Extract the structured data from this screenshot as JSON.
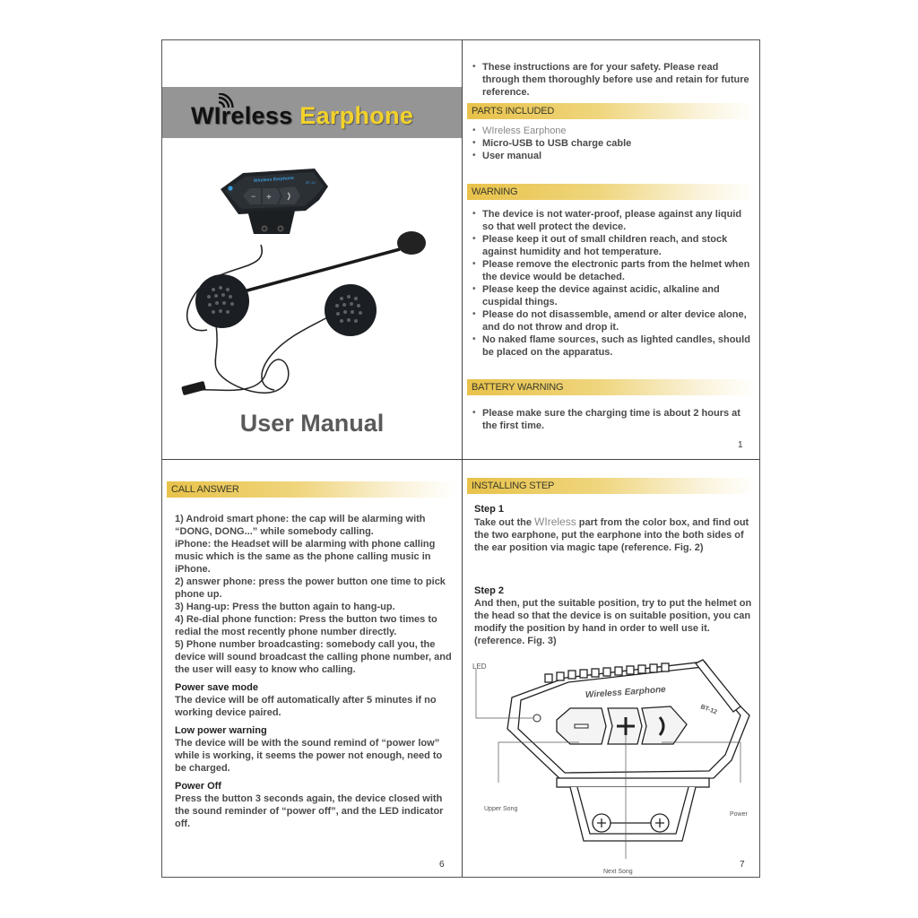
{
  "cover": {
    "title_word1": "WIreless",
    "title_word2": "Earphone",
    "device_label": "Wireless Earphone",
    "device_model": "BT-12",
    "manual_title": "User Manual"
  },
  "page1": {
    "intro": "These instructions are for your safety. Please read through them thoroughly before use and retain for future reference.",
    "parts_heading": "PARTS INCLUDED",
    "parts": [
      "WIreless Earphone",
      "Micro-USB to USB charge cable",
      "User manual"
    ],
    "warning_heading": "WARNING",
    "warnings": [
      "The device is not water-proof, please against any liquid so that well protect the device.",
      "Please keep it out of small children reach, and stock against humidity and hot temperature.",
      "Please remove the electronic parts from the helmet when the device would be detached.",
      "Please keep the device against acidic, alkaline and cuspidal things.",
      "Please do not disassemble, amend or alter device alone, and do not throw and drop it.",
      "No naked flame sources, such as lighted candles, should be placed on the apparatus."
    ],
    "battery_heading": "BATTERY WARNING",
    "battery": [
      "Please make sure the charging time is about 2 hours at the first time."
    ],
    "page_number": "1"
  },
  "page6": {
    "heading": "CALL ANSWER",
    "lines": [
      "1) Android smart phone: the cap will be alarming with “DONG, DONG...” while somebody calling.",
      "iPhone: the Headset will be alarming with phone calling music which is the same as the phone calling music in iPhone.",
      "2) answer phone: press the power button one time to pick phone up.",
      "3) Hang-up: Press the button again to hang-up.",
      "4) Re-dial phone function: Press the button two times to redial the most recently phone number directly.",
      "5) Phone number broadcasting: somebody call you, the device will sound broadcast the calling phone number, and the user will easy to know who calling."
    ],
    "power_save_title": "Power save mode",
    "power_save_text": "The device will be off automatically after 5 minutes if no working device paired.",
    "low_power_title": "Low power warning",
    "low_power_text": "The device will be with the sound remind of “power low” while is working, it seems the power not enough, need to be charged.",
    "power_off_title": "Power Off",
    "power_off_text": "Press the button 3 seconds again, the device closed with the sound reminder of “power off”, and the LED indicator off.",
    "page_number": "6"
  },
  "page7": {
    "heading": "INSTALLING STEP",
    "step1_title": "Step 1",
    "step1_pre": "Take out the ",
    "step1_word": "WIreless",
    "step1_post": " part from the color box, and find out the two earphone, put the earphone into the both sides of the ear position via magic tape (reference. Fig. 2)",
    "step2_title": "Step 2",
    "step2_text": "And then, put the suitable position, try to put the helmet on the head so that the device is on suitable position, you can modify the position by hand in order to well use it. (reference. Fig. 3)",
    "diagram": {
      "brand": "Wireless Earphone",
      "model": "BT-12",
      "label_led": "LED",
      "label_upper": "Upper Song",
      "label_next": "Next Song",
      "label_power": "Power"
    },
    "page_number": "7"
  },
  "colors": {
    "section_gold": "#e8c24a",
    "title_yellow": "#f2d22a",
    "banner_gray": "#959595",
    "text_gray": "#555555",
    "device_blue": "#3a9ad9"
  }
}
